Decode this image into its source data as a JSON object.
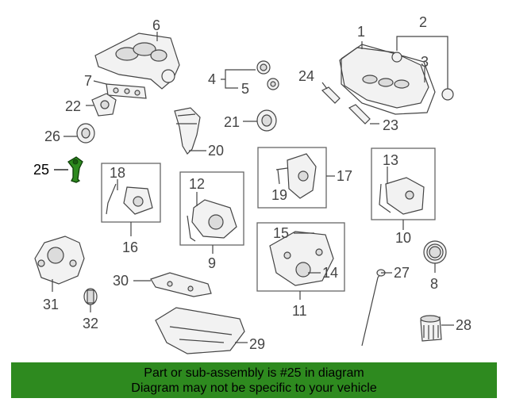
{
  "callouts": {
    "c1": "1",
    "c2": "2",
    "c3": "3",
    "c4": "4",
    "c5": "5",
    "c6": "6",
    "c7": "7",
    "c8": "8",
    "c9": "9",
    "c10": "10",
    "c11": "11",
    "c12": "12",
    "c13": "13",
    "c14": "14",
    "c15": "15",
    "c16": "16",
    "c17": "17",
    "c18": "18",
    "c19": "19",
    "c20": "20",
    "c21": "21",
    "c22": "22",
    "c23": "23",
    "c24": "24",
    "c25": "25",
    "c26": "26",
    "c27": "27",
    "c28": "28",
    "c29": "29",
    "c30": "30",
    "c31": "31",
    "c32": "32"
  },
  "highlight": {
    "part_number": "25",
    "color": "#2e8a1f"
  },
  "footer": {
    "line1": "Part or sub-assembly is #25 in diagram",
    "line2": "Diagram may not be specific to your vehicle",
    "background": "#2e8a1f"
  }
}
